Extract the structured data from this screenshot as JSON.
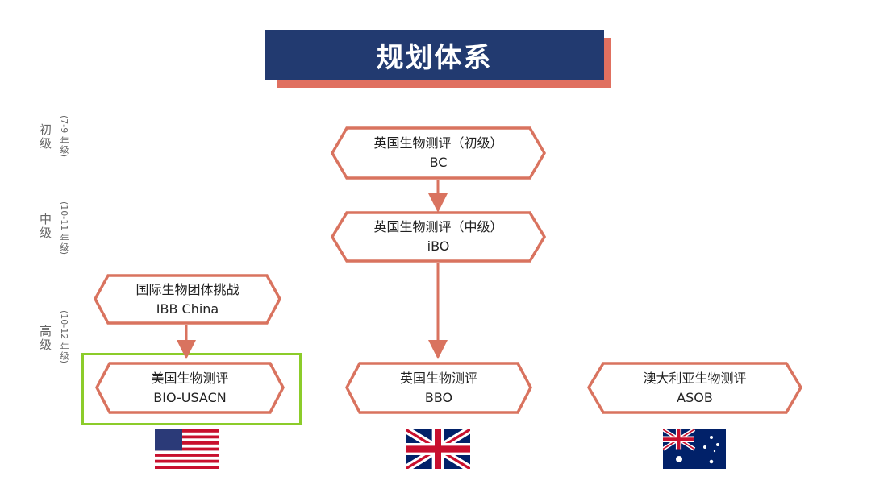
{
  "title": "规划体系",
  "levels": [
    {
      "name": "初级",
      "grades": "(7-9 年级)"
    },
    {
      "name": "中级",
      "grades": "(10-11 年级)"
    },
    {
      "name": "高级",
      "grades": "(10-12 年级)"
    }
  ],
  "nodes": {
    "bc": {
      "name": "英国生物测评（初级）",
      "code": "BC"
    },
    "ibo": {
      "name": "英国生物测评（中级）",
      "code": "iBO"
    },
    "ibb": {
      "name": "国际生物团体挑战",
      "code": "IBB China"
    },
    "usacn": {
      "name": "美国生物测评",
      "code": "BIO-USACN"
    },
    "bbo": {
      "name": "英国生物测评",
      "code": "BBO"
    },
    "asob": {
      "name": "澳大利亚生物测评",
      "code": "ASOB"
    }
  },
  "colors": {
    "navy": "#223a70",
    "accent": "#d9735f",
    "highlight": "#8ccc2a"
  }
}
